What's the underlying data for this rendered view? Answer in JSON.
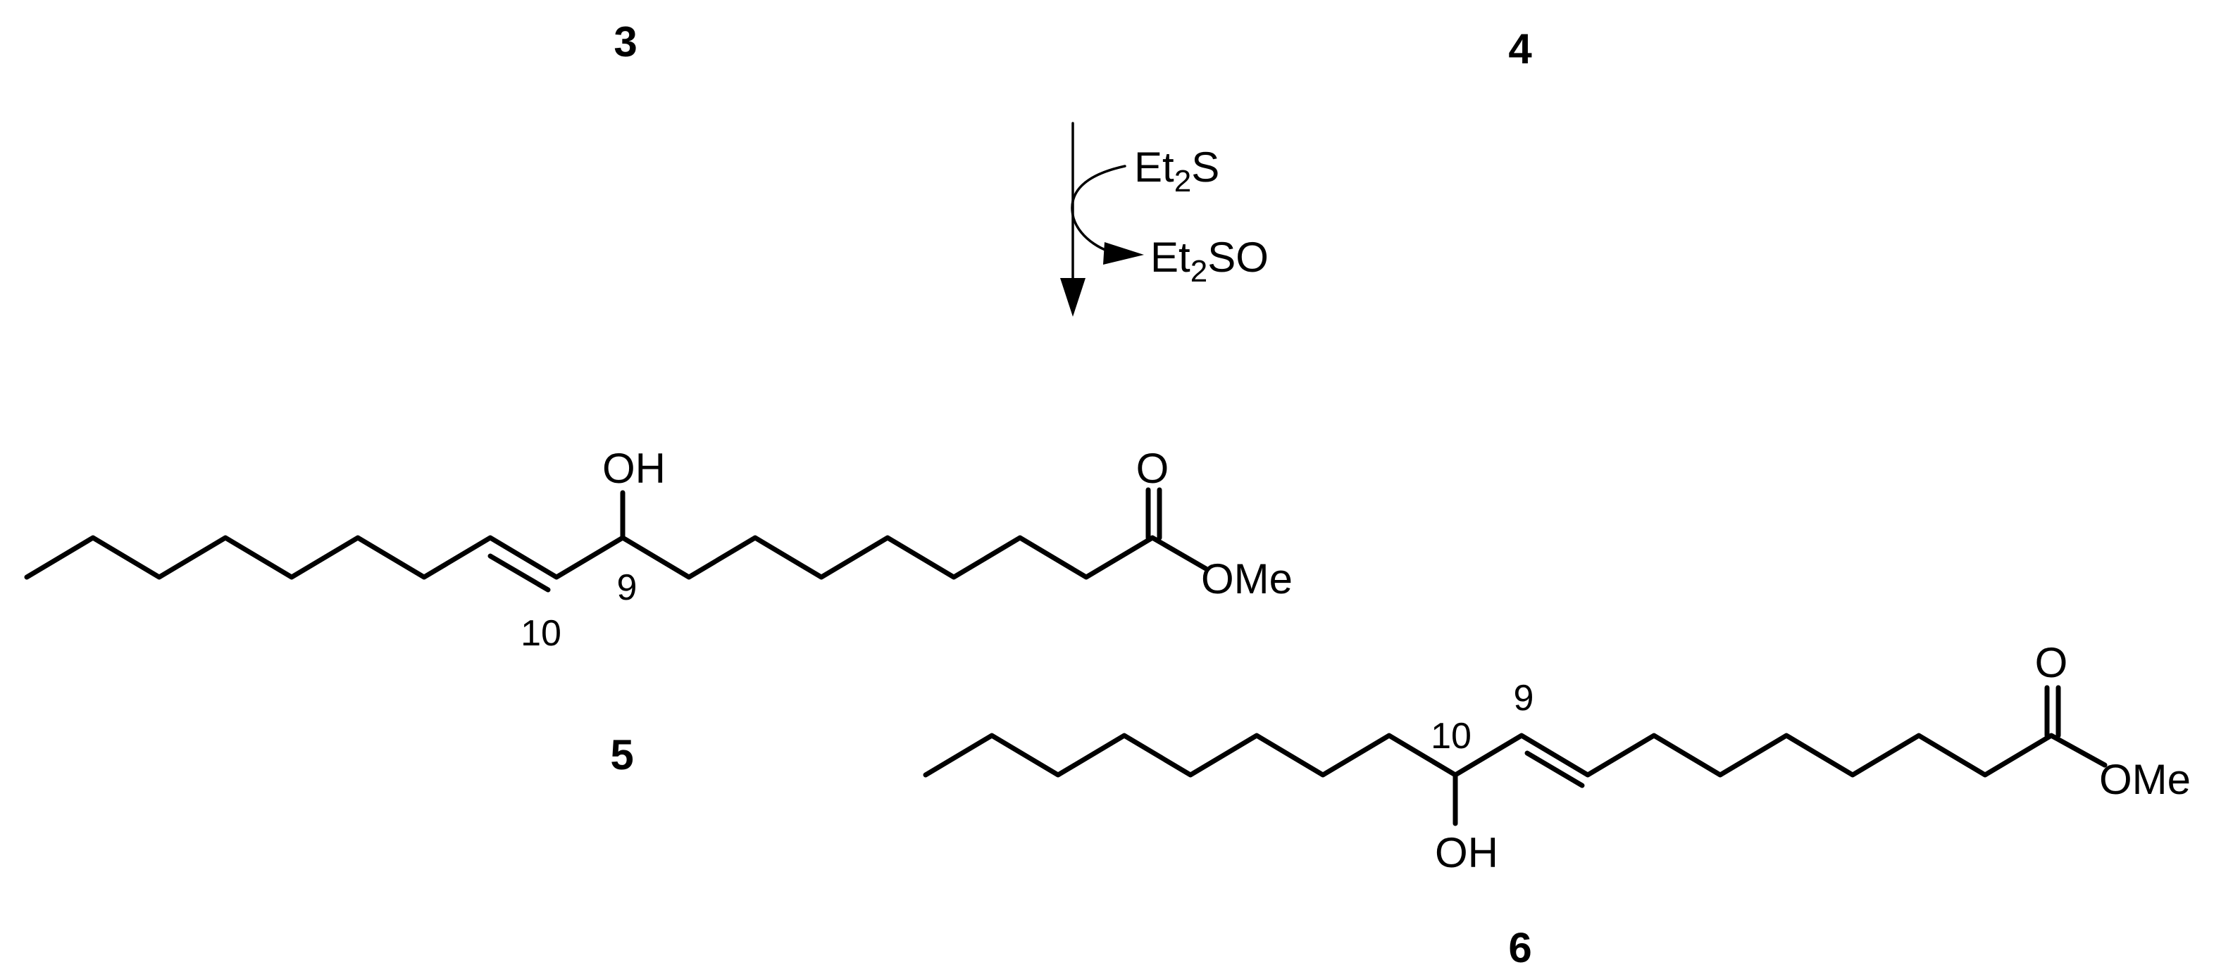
{
  "compounds": {
    "c3": "3",
    "c4": "4",
    "c5": "5",
    "c6": "6"
  },
  "reaction": {
    "reagent_in": {
      "base": "Et",
      "sub": "2",
      "tail": "S"
    },
    "reagent_out": {
      "base": "Et",
      "sub": "2",
      "tail": "SO"
    }
  },
  "structure_5": {
    "hydroxyl": "OH",
    "carbonyl_o": "O",
    "ester": "OMe",
    "locant_9": "9",
    "locant_10": "10"
  },
  "structure_6": {
    "hydroxyl": "OH",
    "carbonyl_o": "O",
    "ester": "OMe",
    "locant_9": "9",
    "locant_10": "10"
  }
}
